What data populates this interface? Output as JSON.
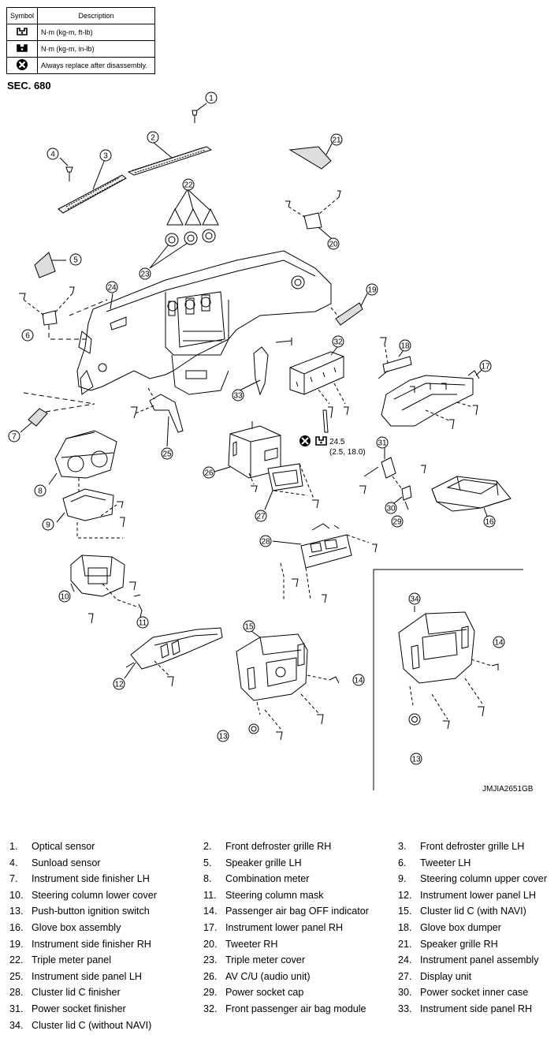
{
  "legend": {
    "headers": {
      "symbol": "Symbol",
      "description": "Description"
    },
    "rows": [
      {
        "icon": "torque-ftlb-icon",
        "description": "N·m (kg-m, ft-lb)"
      },
      {
        "icon": "torque-inlb-icon",
        "description": "N·m (kg-m, in-lb)"
      },
      {
        "icon": "always-replace-icon",
        "description": "Always replace after disassembly."
      }
    ]
  },
  "section": "SEC. 680",
  "torque": {
    "value": "24.5",
    "detail": "(2.5, 18.0)"
  },
  "figure_code": "JMJIA2651GB",
  "callouts": [
    "1",
    "2",
    "3",
    "4",
    "5",
    "6",
    "7",
    "8",
    "9",
    "10",
    "11",
    "12",
    "13",
    "14",
    "15",
    "16",
    "17",
    "18",
    "19",
    "20",
    "21",
    "22",
    "23",
    "24",
    "25",
    "26",
    "27",
    "28",
    "29",
    "30",
    "31",
    "32",
    "33",
    "34",
    "14",
    "13"
  ],
  "parts": [
    {
      "num": "1.",
      "name": "Optical sensor"
    },
    {
      "num": "2.",
      "name": "Front defroster grille RH"
    },
    {
      "num": "3.",
      "name": "Front defroster grille LH"
    },
    {
      "num": "4.",
      "name": "Sunload sensor"
    },
    {
      "num": "5.",
      "name": "Speaker grille LH"
    },
    {
      "num": "6.",
      "name": "Tweeter LH"
    },
    {
      "num": "7.",
      "name": "Instrument side finisher LH"
    },
    {
      "num": "8.",
      "name": "Combination meter"
    },
    {
      "num": "9.",
      "name": "Steering column upper cover"
    },
    {
      "num": "10.",
      "name": "Steering column lower cover"
    },
    {
      "num": "11.",
      "name": "Steering column mask"
    },
    {
      "num": "12.",
      "name": "Instrument lower panel LH"
    },
    {
      "num": "13.",
      "name": "Push-button ignition switch"
    },
    {
      "num": "14.",
      "name": "Passenger air bag OFF indicator"
    },
    {
      "num": "15.",
      "name": "Cluster lid C (with NAVI)"
    },
    {
      "num": "16.",
      "name": "Glove box assembly"
    },
    {
      "num": "17.",
      "name": "Instrument lower panel RH"
    },
    {
      "num": "18.",
      "name": "Glove box dumper"
    },
    {
      "num": "19.",
      "name": "Instrument side finisher RH"
    },
    {
      "num": "20.",
      "name": "Tweeter RH"
    },
    {
      "num": "21.",
      "name": "Speaker grille RH"
    },
    {
      "num": "22.",
      "name": "Triple meter panel"
    },
    {
      "num": "23.",
      "name": "Triple meter cover"
    },
    {
      "num": "24.",
      "name": "Instrument panel assembly"
    },
    {
      "num": "25.",
      "name": "Instrument side panel LH"
    },
    {
      "num": "26.",
      "name": "AV C/U (audio unit)"
    },
    {
      "num": "27.",
      "name": "Display unit"
    },
    {
      "num": "28.",
      "name": "Cluster lid C finisher"
    },
    {
      "num": "29.",
      "name": "Power socket cap"
    },
    {
      "num": "30.",
      "name": "Power socket inner case"
    },
    {
      "num": "31.",
      "name": "Power socket finisher"
    },
    {
      "num": "32.",
      "name": "Front passenger air bag module"
    },
    {
      "num": "33.",
      "name": "Instrument side panel RH"
    },
    {
      "num": "34.",
      "name": "Cluster lid C (without NAVI)"
    }
  ]
}
